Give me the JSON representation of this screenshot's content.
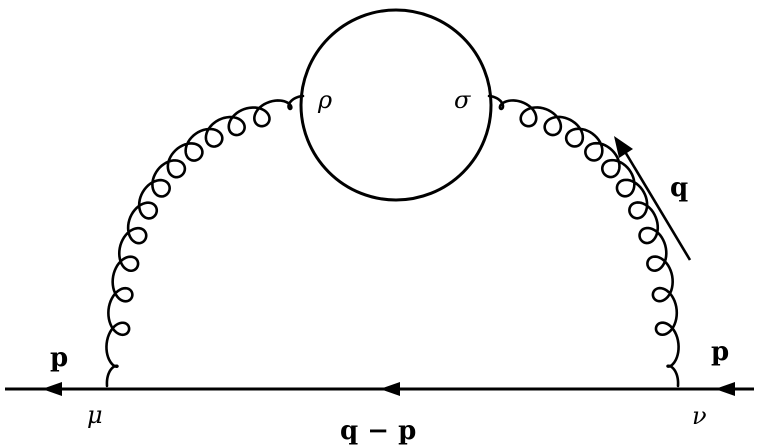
{
  "diagram": {
    "colors": {
      "line": "#000000",
      "background": "#ffffff"
    },
    "labels": {
      "p_left": "p",
      "p_right": "p",
      "q": "q",
      "q_minus_p": "q − p",
      "mu": "μ",
      "nu": "ν",
      "rho": "ρ",
      "sigma": "σ"
    }
  }
}
